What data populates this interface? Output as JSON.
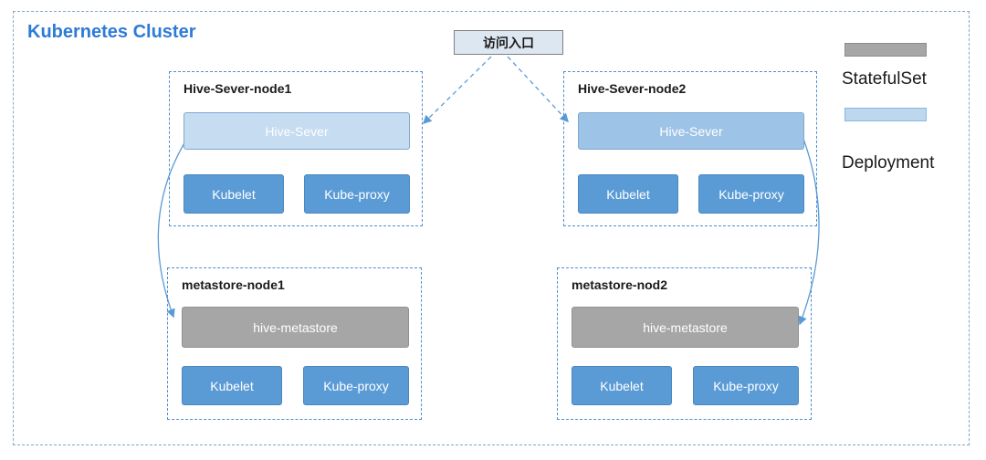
{
  "diagram": {
    "title": "Kubernetes Cluster",
    "title_color": "#2e7bd6",
    "access_entry": {
      "label": "访问入口",
      "fill": "#dde7f2"
    },
    "nodes": [
      {
        "title": "Hive-Sever-node1",
        "main": "Hive-Sever",
        "main_fill": "#c5dcf1",
        "components": [
          "Kubelet",
          "Kube-proxy"
        ]
      },
      {
        "title": "Hive-Sever-node2",
        "main": "Hive-Sever",
        "main_fill": "#9dc3e6",
        "components": [
          "Kubelet",
          "Kube-proxy"
        ]
      },
      {
        "title": "metastore-node1",
        "main": "hive-metastore",
        "main_fill": "#a6a6a6",
        "components": [
          "Kubelet",
          "Kube-proxy"
        ]
      },
      {
        "title": "metastore-nod2",
        "main": "hive-metastore",
        "main_fill": "#a6a6a6",
        "components": [
          "Kubelet",
          "Kube-proxy"
        ]
      }
    ],
    "component_fill": "#5b9bd5",
    "connector_color": "#5b9bd5",
    "legend": [
      {
        "label": "StatefulSet",
        "color": "#a6a6a6"
      },
      {
        "label": "Deployment",
        "color": "#bdd7ee"
      }
    ]
  }
}
